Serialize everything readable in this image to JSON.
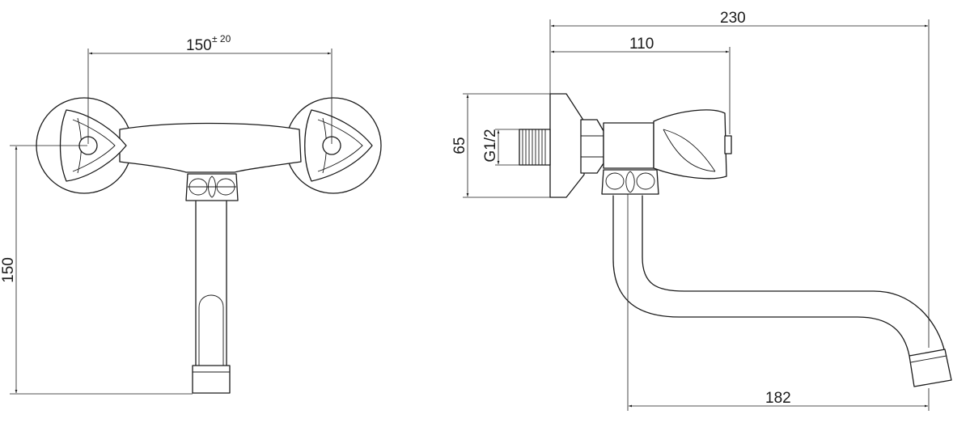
{
  "dimensions": {
    "spacing": "150",
    "spacing_tolerance": "± 20",
    "front_height": "150",
    "overall_length": "230",
    "body_length": "110",
    "flange_height": "65",
    "thread": "G1/2",
    "spout_reach": "182"
  }
}
